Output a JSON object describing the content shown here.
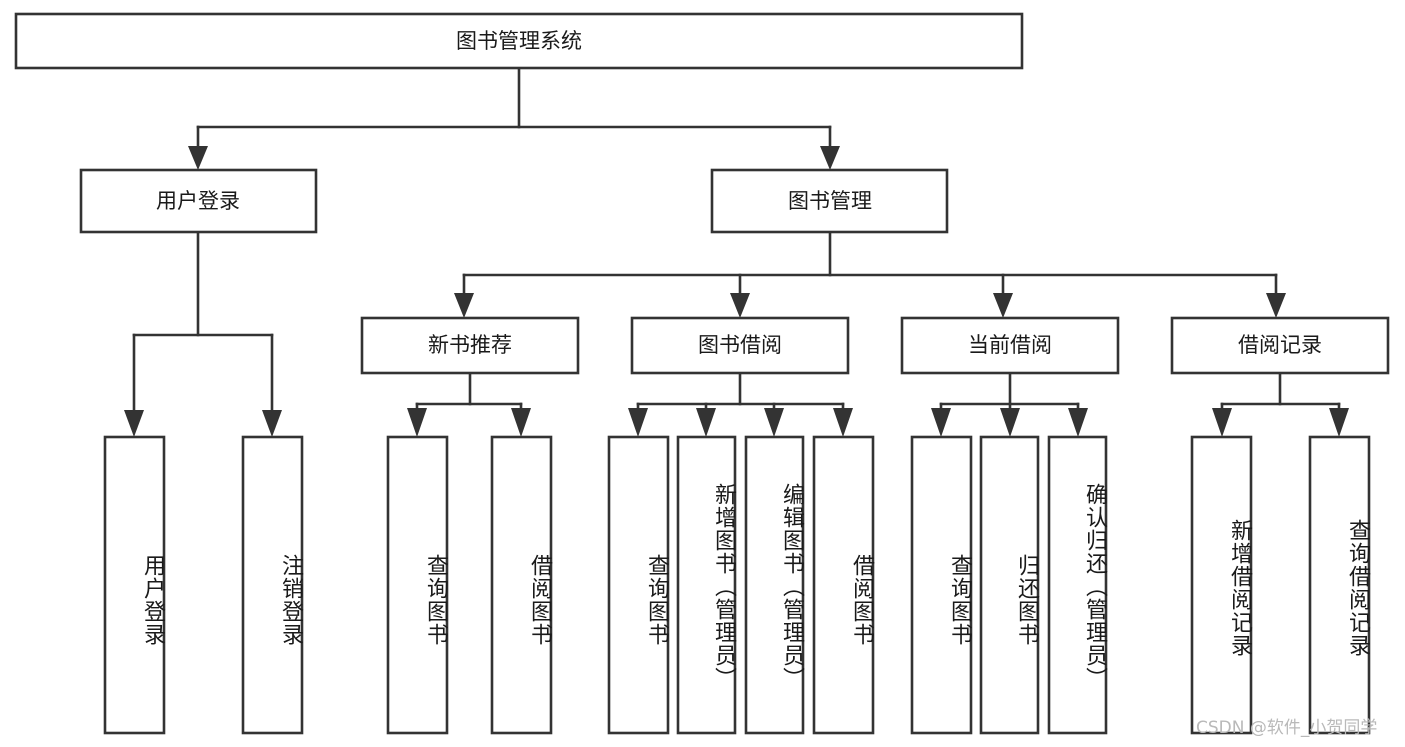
{
  "diagram": {
    "title": "图书管理系统",
    "type": "tree-hierarchy-diagram",
    "orientation": "top-down",
    "colors": {
      "box_fill": "#ffffff",
      "box_stroke": "#333333",
      "text": "#1a1a1a",
      "background": "#ffffff",
      "watermark": "#b9b9b9"
    },
    "root": {
      "label": "图书管理系统"
    },
    "level2": [
      {
        "id": "user-login",
        "label": "用户登录"
      },
      {
        "id": "book-management",
        "label": "图书管理"
      }
    ],
    "level3": [
      {
        "id": "new-book-recommend",
        "label": "新书推荐"
      },
      {
        "id": "book-borrow",
        "label": "图书借阅"
      },
      {
        "id": "current-borrow",
        "label": "当前借阅"
      },
      {
        "id": "borrow-record",
        "label": "借阅记录"
      }
    ],
    "leaves": {
      "user_login": [
        {
          "id": "leaf-user-login",
          "label": "用户登录"
        },
        {
          "id": "leaf-logout-login",
          "label": "注销登录"
        }
      ],
      "new_book_recommend": [
        {
          "id": "leaf-query-book-1",
          "label": "查询图书"
        },
        {
          "id": "leaf-borrow-book-1",
          "label": "借阅图书"
        }
      ],
      "book_borrow": [
        {
          "id": "leaf-query-book-2",
          "label": "查询图书"
        },
        {
          "id": "leaf-add-book",
          "label": "新增图书（管理员）"
        },
        {
          "id": "leaf-edit-book",
          "label": "编辑图书（管理员）"
        },
        {
          "id": "leaf-borrow-book-2",
          "label": "借阅图书"
        }
      ],
      "current_borrow": [
        {
          "id": "leaf-query-book-3",
          "label": "查询图书"
        },
        {
          "id": "leaf-return-book",
          "label": "归还图书"
        },
        {
          "id": "leaf-confirm-return",
          "label": "确认归还（管理员）"
        }
      ],
      "borrow_record": [
        {
          "id": "leaf-add-record",
          "label": "新增借阅记录"
        },
        {
          "id": "leaf-query-record",
          "label": "查询借阅记录"
        }
      ]
    }
  },
  "watermark": {
    "text": "CSDN @软件_小贺同学"
  }
}
